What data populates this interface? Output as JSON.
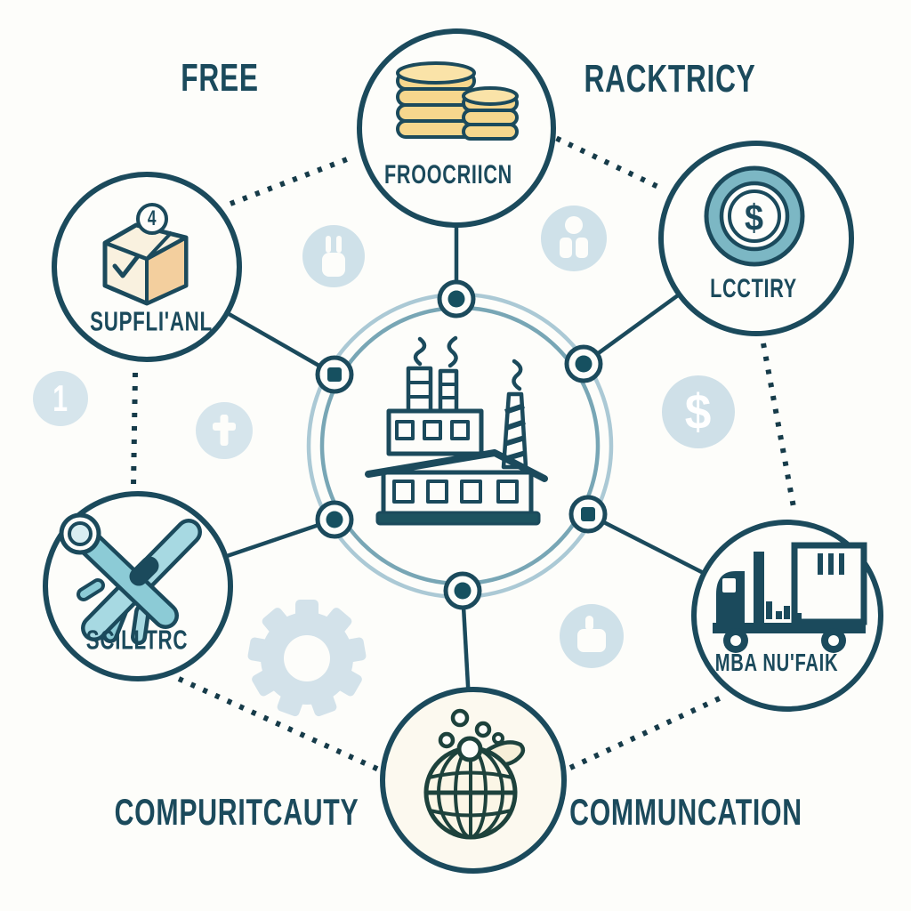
{
  "diagram": {
    "type": "hub-and-spoke-infographic",
    "hub": {
      "icon": "factory-icon"
    },
    "corner_labels": {
      "top_left": "FREE",
      "top_right": "RACKTRICY",
      "bottom_left": "COMPURITCAUTY",
      "bottom_right": "COMMUNCATION"
    },
    "nodes": [
      {
        "position": "top",
        "label": "FROOCRIICN",
        "icon": "coin-stack-icon"
      },
      {
        "position": "right",
        "label": "LCCTIRY",
        "icon": "dollar-coin-icon",
        "symbol": "$"
      },
      {
        "position": "left",
        "label": "SUPFLI'ANL",
        "icon": "open-box-icon",
        "badge": "4"
      },
      {
        "position": "bottom-left",
        "label": "SCILLTRC",
        "icon": "crossed-tools-icon"
      },
      {
        "position": "bottom-right",
        "label": "MBA NU'FAIK",
        "icon": "delivery-truck-icon"
      },
      {
        "position": "bottom",
        "label": "",
        "icon": "globe-icon"
      }
    ],
    "background_badges": [
      {
        "name": "bulb",
        "text": ""
      },
      {
        "name": "person",
        "text": ""
      },
      {
        "name": "one",
        "text": "1"
      },
      {
        "name": "cross",
        "text": ""
      },
      {
        "name": "dollar",
        "text": "$"
      },
      {
        "name": "gear",
        "text": ""
      },
      {
        "name": "thumbs-up",
        "text": ""
      }
    ],
    "colors": {
      "outline_navy": "#1b4a5c",
      "dotted_line": "#163b49",
      "ring_outer": "#abc9d5",
      "ring_inner": "#78a6b5",
      "teal_accent": "#7cb7c4",
      "tool_teal": "#8ccbd6",
      "coin_gold": "#f6d78d",
      "coin_top": "#fae3a8",
      "box_cream": "#f9f1df",
      "box_peach": "#f3cf9e",
      "globe_dark": "#1d423c",
      "faint_icon": "#cfe0e9",
      "base_teal": "#1d5360",
      "background": "#fdfdfa"
    }
  }
}
